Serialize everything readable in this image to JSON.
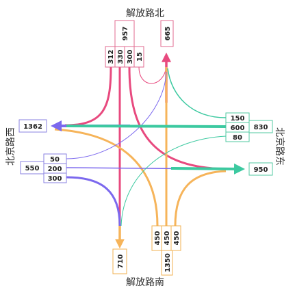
{
  "roads": {
    "north": "解放路北",
    "south": "解放路南",
    "west": "北京路西",
    "east": "北京路东"
  },
  "north": {
    "total_in": "957",
    "splits": [
      "312",
      "330",
      "300",
      "15"
    ],
    "total_out": "665"
  },
  "south": {
    "total_in": "1350",
    "splits": [
      "450",
      "450",
      "450"
    ],
    "total_out": "710"
  },
  "west": {
    "total_in": "550",
    "splits": [
      "50",
      "200",
      "300"
    ],
    "total_out": "1362"
  },
  "east": {
    "total_in": "830",
    "splits": [
      "150",
      "600",
      "80"
    ],
    "total_out": "950"
  },
  "colors": {
    "north": "#e84a7f",
    "south": "#f6b45a",
    "west": "#7b68ee",
    "east": "#3cc9a0",
    "north_box": "#e06a8f",
    "south_box": "#f0b050",
    "west_box": "#8a80e0",
    "east_box": "#50c8a0"
  }
}
